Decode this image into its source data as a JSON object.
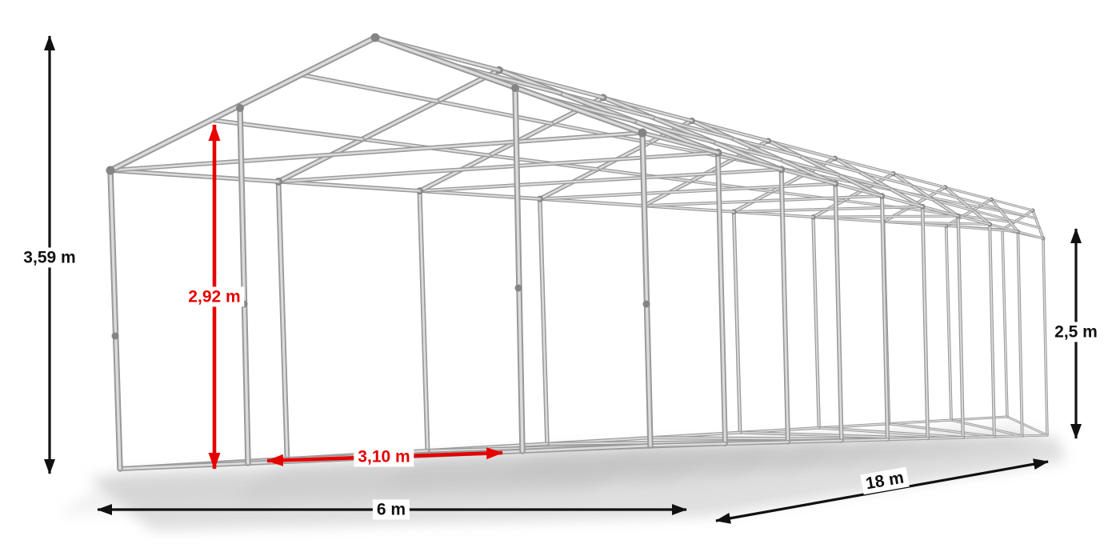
{
  "diagram": {
    "subject": "Perspective wireframe drawing of a pitched-roof marquee tent steel frame with dimension arrows",
    "background": "#ffffff"
  },
  "dimensions": {
    "total_height": {
      "label": "3,59 m",
      "style": "black",
      "orientation": "vertical",
      "position": "left-outside"
    },
    "entrance_height": {
      "label": "2,92 m",
      "style": "red",
      "orientation": "vertical",
      "position": "front-entrance"
    },
    "entrance_width": {
      "label": "3,10 m",
      "style": "red",
      "orientation": "horizontal",
      "position": "front-entrance-bottom"
    },
    "width": {
      "label": "6 m",
      "style": "black",
      "orientation": "horizontal",
      "position": "bottom-front"
    },
    "length": {
      "label": "18 m",
      "style": "black",
      "orientation": "diagonal",
      "position": "bottom-right"
    },
    "side_height": {
      "label": "2,5 m",
      "style": "black",
      "orientation": "vertical",
      "position": "right-outside"
    }
  },
  "structure": {
    "roof_type": "gable",
    "frame_count": 10,
    "bays": 9
  },
  "colors": {
    "dimension_black": "#111111",
    "dimension_red": "#e60000",
    "frame_outline": "#9a9a9a",
    "frame_highlight": "#dbdbdb",
    "frame_joint": "#848484",
    "shadow": "#b0b0b0",
    "background": "#ffffff"
  }
}
